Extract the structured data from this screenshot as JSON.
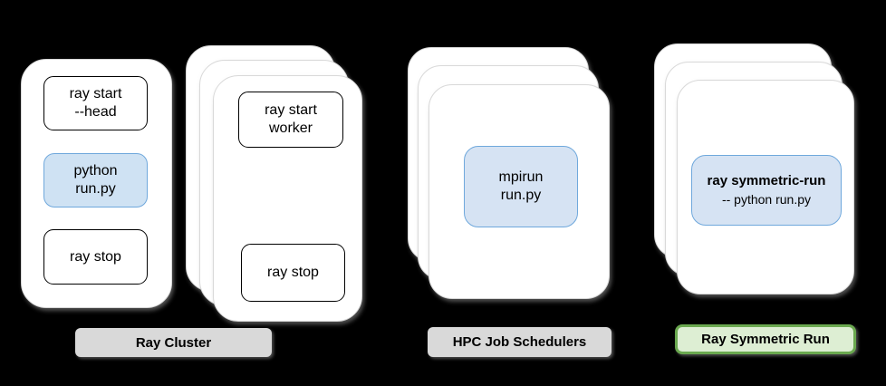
{
  "colors": {
    "background": "#000000",
    "card_fill": "#ffffff",
    "card_edge": "#d9d9d9",
    "highlight_fill": "#cfe2f3",
    "highlight_border": "#6fa8dc",
    "step_border": "#000000",
    "gray_label_fill": "#d9d9d9",
    "green_label_fill": "#ddeed3",
    "green_label_border": "#6aa84f",
    "text": "#000000"
  },
  "ray_cluster": {
    "label": "Ray Cluster",
    "head_card": {
      "start": "ray start\n--head",
      "run": "python\nrun.py",
      "stop": "ray stop"
    },
    "worker_card": {
      "start": "ray start\nworker",
      "stop": "ray stop"
    }
  },
  "hpc_job_schedulers": {
    "label": "HPC Job Schedulers",
    "command": "mpirun\nrun.py"
  },
  "ray_symmetric_run": {
    "label": "Ray Symmetric Run",
    "command_line1": "ray symmetric-run",
    "command_line2": "-- python run.py"
  }
}
